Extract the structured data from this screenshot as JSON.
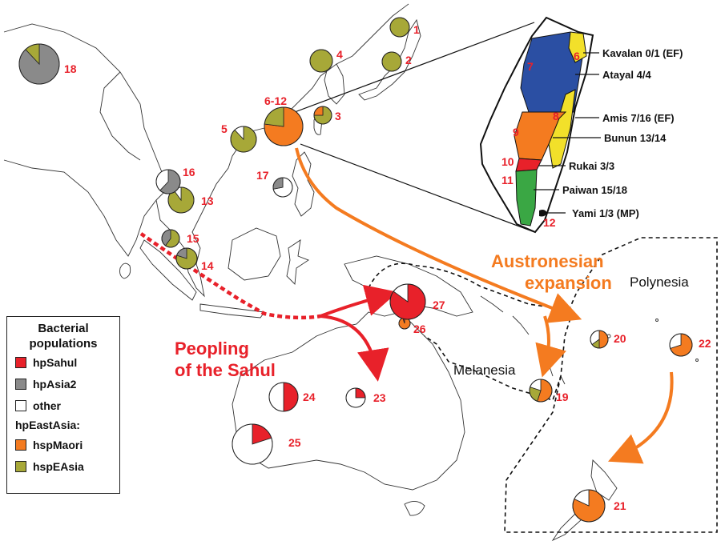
{
  "colors": {
    "hpSahul": "#e8212a",
    "hpAsia2": "#8a8a8a",
    "other": "#ffffff",
    "hspMaori": "#f47b20",
    "hspEAsia": "#a7a838",
    "atayal": "#2b4fa3",
    "paiwan": "#3aa744",
    "ef": "#f2e02a",
    "bunun": "#f47b20",
    "rukai": "#e8212a",
    "label_red": "#e8212a",
    "arrow_orange": "#f47b20"
  },
  "legend": {
    "title": "Bacterial populations",
    "items": [
      {
        "label": "hpSahul",
        "color_key": "hpSahul"
      },
      {
        "label": "hpAsia2",
        "color_key": "hpAsia2"
      },
      {
        "label": "other",
        "color_key": "other"
      }
    ],
    "group_label": "hpEastAsia:",
    "group_items": [
      {
        "label": "hspMaori",
        "color_key": "hspMaori"
      },
      {
        "label": "hspEAsia",
        "color_key": "hspEAsia"
      }
    ]
  },
  "sites": [
    {
      "id": "1",
      "slices": [
        {
          "pop": "hspEAsia",
          "share": 1.0
        }
      ]
    },
    {
      "id": "2",
      "slices": [
        {
          "pop": "hspEAsia",
          "share": 1.0
        }
      ]
    },
    {
      "id": "3",
      "slices": [
        {
          "pop": "hspEAsia",
          "share": 0.75
        },
        {
          "pop": "hspMaori",
          "share": 0.25
        }
      ]
    },
    {
      "id": "4",
      "slices": [
        {
          "pop": "hspEAsia",
          "share": 1.0
        }
      ]
    },
    {
      "id": "5",
      "slices": [
        {
          "pop": "hspEAsia",
          "share": 0.88
        },
        {
          "pop": "other",
          "share": 0.12
        }
      ]
    },
    {
      "id": "6-12",
      "slices": [
        {
          "pop": "hspMaori",
          "share": 0.77
        },
        {
          "pop": "hspEAsia",
          "share": 0.23
        }
      ]
    },
    {
      "id": "13",
      "slices": [
        {
          "pop": "hspEAsia",
          "share": 0.9
        },
        {
          "pop": "other",
          "share": 0.1
        }
      ]
    },
    {
      "id": "14",
      "slices": [
        {
          "pop": "hspEAsia",
          "share": 0.8
        },
        {
          "pop": "hpAsia2",
          "share": 0.2
        }
      ]
    },
    {
      "id": "15",
      "slices": [
        {
          "pop": "hspEAsia",
          "share": 0.6
        },
        {
          "pop": "hpAsia2",
          "share": 0.4
        }
      ]
    },
    {
      "id": "16",
      "slices": [
        {
          "pop": "hpAsia2",
          "share": 0.62
        },
        {
          "pop": "other",
          "share": 0.38
        }
      ]
    },
    {
      "id": "17",
      "slices": [
        {
          "pop": "other",
          "share": 0.72
        },
        {
          "pop": "hpAsia2",
          "share": 0.28
        }
      ]
    },
    {
      "id": "18",
      "slices": [
        {
          "pop": "hpAsia2",
          "share": 0.88
        },
        {
          "pop": "hspEAsia",
          "share": 0.12
        }
      ]
    },
    {
      "id": "19",
      "slices": [
        {
          "pop": "hspMaori",
          "share": 0.55
        },
        {
          "pop": "hspEAsia",
          "share": 0.25
        },
        {
          "pop": "other",
          "share": 0.2
        }
      ]
    },
    {
      "id": "20",
      "slices": [
        {
          "pop": "hspMaori",
          "share": 0.5
        },
        {
          "pop": "hspEAsia",
          "share": 0.15
        },
        {
          "pop": "other",
          "share": 0.35
        }
      ]
    },
    {
      "id": "21",
      "slices": [
        {
          "pop": "hspMaori",
          "share": 0.82
        },
        {
          "pop": "other",
          "share": 0.18
        }
      ]
    },
    {
      "id": "22",
      "slices": [
        {
          "pop": "hspMaori",
          "share": 0.7
        },
        {
          "pop": "other",
          "share": 0.3
        }
      ]
    },
    {
      "id": "23",
      "slices": [
        {
          "pop": "hpSahul",
          "share": 0.25
        },
        {
          "pop": "other",
          "share": 0.75
        }
      ]
    },
    {
      "id": "24",
      "slices": [
        {
          "pop": "hpSahul",
          "share": 0.5
        },
        {
          "pop": "other",
          "share": 0.5
        }
      ]
    },
    {
      "id": "25",
      "slices": [
        {
          "pop": "hpSahul",
          "share": 0.2
        },
        {
          "pop": "other",
          "share": 0.8
        }
      ]
    },
    {
      "id": "26",
      "slices": [
        {
          "pop": "hspMaori",
          "share": 0.95
        },
        {
          "pop": "hpSahul",
          "share": 0.05
        }
      ]
    },
    {
      "id": "27",
      "slices": [
        {
          "pop": "hpSahul",
          "share": 0.85
        },
        {
          "pop": "other",
          "share": 0.15
        }
      ]
    }
  ],
  "taiwan_groups": [
    {
      "num": "6",
      "label": "Kavalan 0/1 (EF)"
    },
    {
      "num": "7",
      "label": "Atayal 4/4"
    },
    {
      "num": "8",
      "label": "Amis 7/16 (EF)"
    },
    {
      "num": "9",
      "label": "Bunun 13/14"
    },
    {
      "num": "10",
      "label": "Rukai 3/3"
    },
    {
      "num": "11",
      "label": "Paiwan 15/18"
    },
    {
      "num": "12",
      "label": "Yami 1/3 (MP)"
    }
  ],
  "annotations": {
    "sahul_line1": "Peopling",
    "sahul_line2": "of the Sahul",
    "austro_line1": "Austronesian",
    "austro_line2": "expansion",
    "melanesia": "Melanesia",
    "polynesia": "Polynesia"
  }
}
